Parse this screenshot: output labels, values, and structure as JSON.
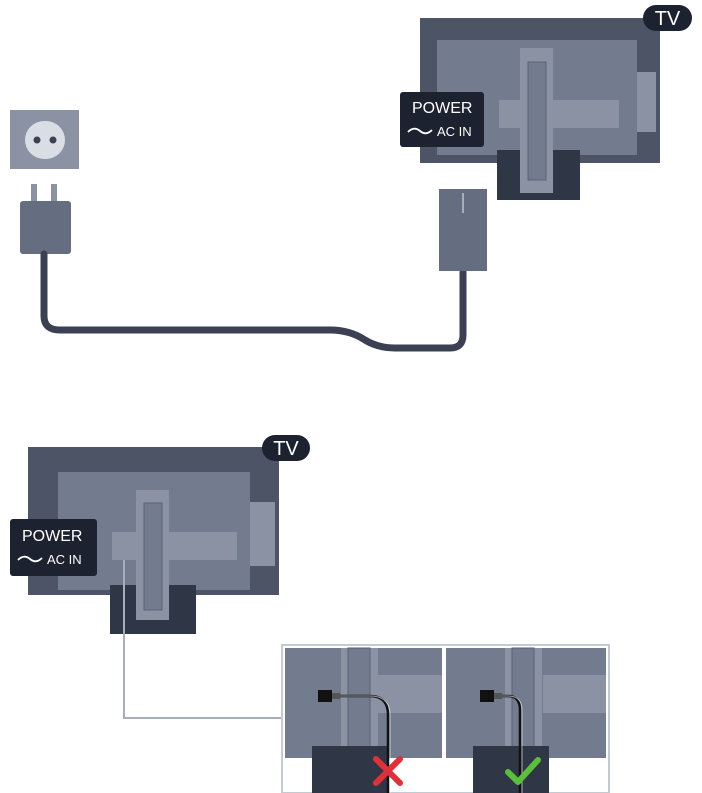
{
  "top": {
    "tv_badge": "TV",
    "power_label": "POWER",
    "ac_in_label": "AC IN"
  },
  "bottom": {
    "tv_badge": "TV",
    "power_label": "POWER",
    "ac_in_label": "AC IN"
  },
  "colors": {
    "tv_body": "#4c5466",
    "tv_panel": "#737b8f",
    "tv_dark": "#2f3645",
    "label_bg": "#1c2230",
    "cable": "#3b4152",
    "socket": "#8a92a3",
    "wrong": "#e0303a",
    "right": "#5bbf3a"
  },
  "icons": {
    "wrong_icon": "cross-icon",
    "right_icon": "check-icon"
  }
}
